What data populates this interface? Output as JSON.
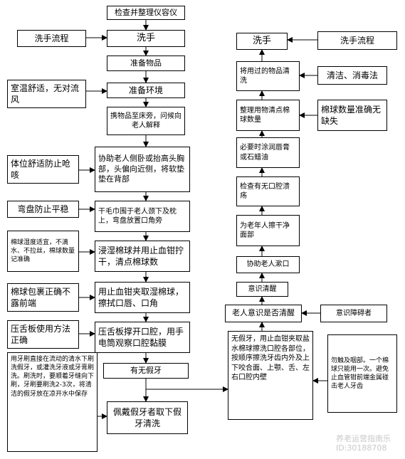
{
  "left_flow": {
    "check": "检查并整理仪容仪",
    "wash_hands": "洗手",
    "prepare_items": "准备物品",
    "prepare_env": "准备环境",
    "carry_items": "携物品至床旁，问候向老人解释",
    "assist_turn": "协助老人侧卧或抬高头胸部，头偏向近侧，将软垫垫在背部",
    "towel": "干毛巾围于老人颈下及枕上，弯盘放置口角旁",
    "soak_ball": "浸湿棉球并用止血钳拧干，清点棉球数",
    "wipe_lips": "用止血钳夹取湿棉球，擦拭口唇、口角",
    "tongue_depressor": "压舌板撑开口腔，用手电筒观察口腔黏膜",
    "dentures_q": "有无假牙",
    "remove_dentures": "佩戴假牙者取下假牙清洗"
  },
  "left_notes": {
    "handwash_proc": "洗手流程",
    "room_temp": "室温舒适，无对流风",
    "position": "体位舒适防止呛咳",
    "tray": "弯盘防止平稳",
    "ball_humidity": "棉球湿度适宜，不滴水、不拉丝，棉球数量记准确",
    "ball_wrap": "棉球包裹正确不露前端",
    "depressor_use": "压舌板使用方法正确",
    "denture_brush": "用牙刷直接在流动的清水下刷洗假牙，或灌洗牙液或牙膏刷洗。刷洗时，要顺着牙缝向下刷，牙刷要刷洗2-3次，将清洁的假牙放在凉开水中保存"
  },
  "right_flow": {
    "conscious_q": "老人意识是否清醒",
    "conscious": "意识清醒",
    "no_dentures": "无假牙，用止血钳夹取盐水棉球擦洗口腔各部位，按顺序擦洗牙齿内外及上下咬合面、上颚、舌、左右口腔内壁",
    "assist_rinse": "协助老人漱口",
    "dry_face": "为老年人擦干净面部",
    "check_ulcer": "检查有无口腔溃疡",
    "lip_balm": "必要时涂润唇膏或石蜡油",
    "tidy_count": "整理用物清点棉球数量",
    "clean_items": "将用过的物品清洗",
    "wash_hands": "洗手"
  },
  "right_notes": {
    "handwash_proc": "洗手流程",
    "disinfect": "清洁、消毒法",
    "ball_count": "棉球数量准确无缺失",
    "impaired": "意识障碍者",
    "gag_reflex": "勿触及咽部。一个棉球只能用一次。避免止血管钳前端金属碰击老人牙齿"
  },
  "watermark": {
    "line1": "养老运营指南乐",
    "line2": "ID:30188708"
  }
}
